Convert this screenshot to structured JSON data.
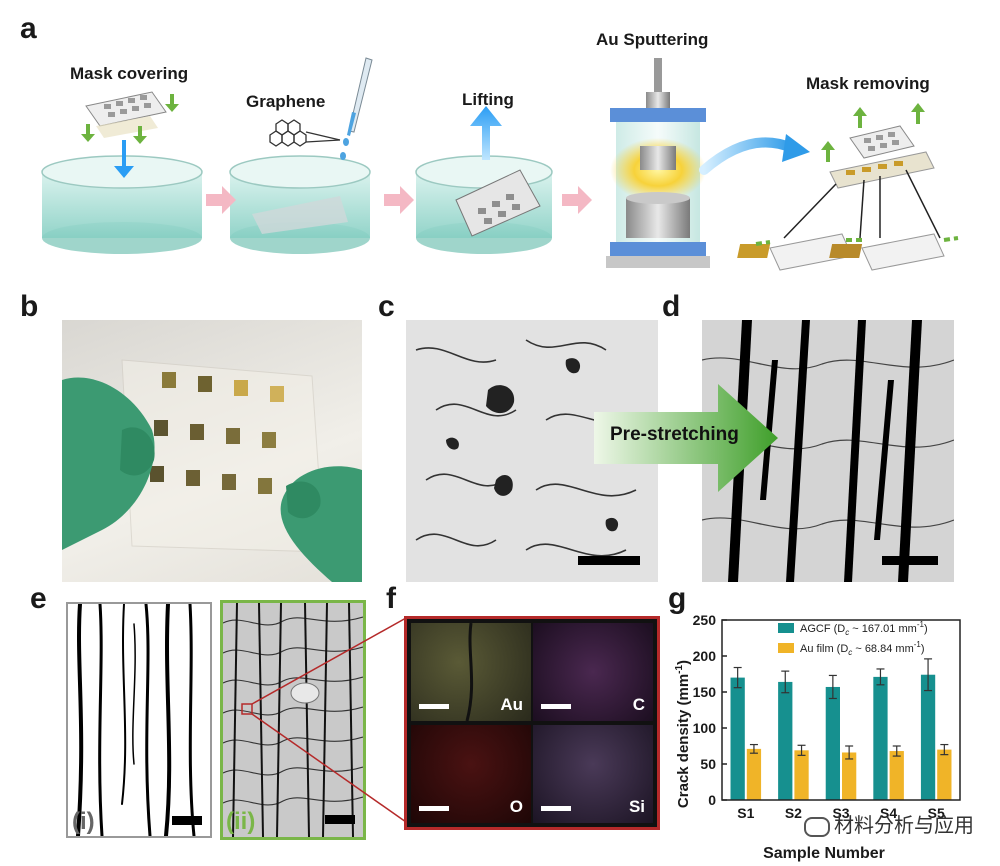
{
  "panels": {
    "a": "a",
    "b": "b",
    "c": "c",
    "d": "d",
    "e": "e",
    "f": "f",
    "g": "g"
  },
  "panel_a": {
    "steps": [
      {
        "label": "Mask covering"
      },
      {
        "label": "Graphene"
      },
      {
        "label": "Lifting"
      },
      {
        "label": "Au Sputtering"
      },
      {
        "label": "Mask removing"
      }
    ],
    "arrow_color": "#f4b8c4",
    "water_color": "#a9dfd6"
  },
  "panel_cd": {
    "arrow_text": "Pre-stretching",
    "arrow_color_start": "#eef7e8",
    "arrow_color_end": "#3f9f2a"
  },
  "panel_e": {
    "label_i": "(i)",
    "label_ii": "(ii)",
    "frame_ii_color": "#7ab648"
  },
  "panel_f": {
    "frame_color": "#b52a2a",
    "tiles": [
      {
        "element": "Au",
        "tint": "#4a4a2e"
      },
      {
        "element": "C",
        "tint": "#3a1e40"
      },
      {
        "element": "O",
        "tint": "#3b0d0d"
      },
      {
        "element": "Si",
        "tint": "#3a2e45"
      }
    ]
  },
  "chart_data": {
    "type": "bar",
    "categories": [
      "S1",
      "S2",
      "S3",
      "S4",
      "S5"
    ],
    "series": [
      {
        "name": "AGCF (D",
        "legend_sub": "c",
        "legend_tail": " ~ 167.01 mm",
        "legend_sup": "-1",
        "color": "#16908f",
        "values": [
          170,
          164,
          157,
          171,
          174
        ],
        "errors": [
          14,
          15,
          16,
          11,
          22
        ]
      },
      {
        "name": "Au film (D",
        "legend_sub": "c",
        "legend_tail": " ~ 68.84 mm",
        "legend_sup": "-1",
        "color": "#f0b428",
        "values": [
          71,
          69,
          66,
          68,
          70
        ],
        "errors": [
          6,
          7,
          9,
          7,
          7
        ]
      }
    ],
    "ylabel": "Crack density (mm",
    "ylabel_sup": "-1",
    "ylabel_tail": ")",
    "xlabel": "Sample Number",
    "ylim": [
      0,
      250
    ],
    "yticks": [
      0,
      50,
      100,
      150,
      200,
      250
    ]
  },
  "watermark": "材料分析与应用"
}
